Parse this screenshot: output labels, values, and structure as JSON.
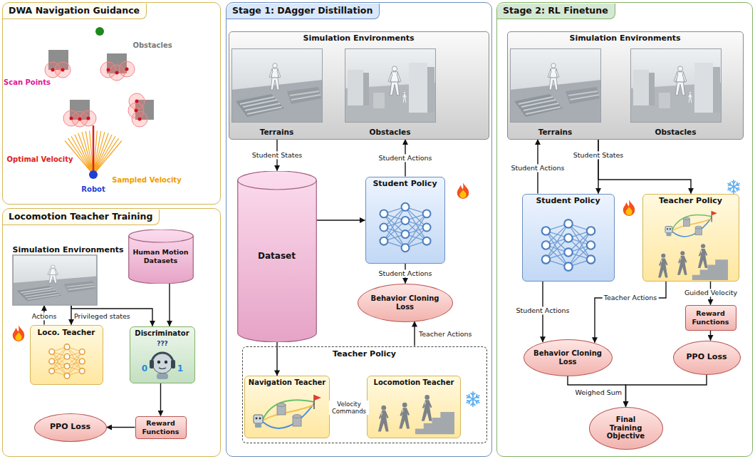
{
  "diagram": {
    "nodes": [
      {
        "text": [
          "DWA Navigation Guidance"
        ]
      },
      {
        "text": [
          "Locomotion Teacher Training"
        ]
      },
      {
        "text": [
          "Simulation Environments"
        ],
        "in": 1
      },
      {
        "text": [
          "Human Motion Datasets"
        ],
        "in": 1
      },
      {
        "text": [
          "Loco. Teacher"
        ],
        "in": 1
      },
      {
        "text": [
          "Discriminator"
        ],
        "in": 1
      },
      {
        "text": [
          "Reward Functions"
        ],
        "in": 1
      },
      {
        "text": [
          "PPO Loss"
        ],
        "in": 1
      },
      {
        "text": [
          "Stage 1: DAgger Distillation"
        ]
      },
      {
        "text": [
          "Simulation Environments"
        ],
        "in": 8
      },
      {
        "text": [
          "Terrains"
        ],
        "in": 9
      },
      {
        "text": [
          "Obstacles"
        ],
        "in": 9
      },
      {
        "text": [
          "Dataset"
        ],
        "in": 8
      },
      {
        "text": [
          "Student Policy"
        ],
        "in": 8
      },
      {
        "text": [
          "Behavior Cloning Loss"
        ],
        "in": 8
      },
      {
        "text": [
          "Teacher Policy"
        ],
        "in": 8
      },
      {
        "text": [
          "Navigation Teacher"
        ],
        "in": 15
      },
      {
        "text": [
          "Locomotion Teacher"
        ],
        "in": 15
      },
      {
        "text": [
          "Stage 2: RL Finetune"
        ]
      },
      {
        "text": [
          "Simulation Environments"
        ],
        "in": 18
      },
      {
        "text": [
          "Terrains"
        ],
        "in": 19
      },
      {
        "text": [
          "Obstacles"
        ],
        "in": 19
      },
      {
        "text": [
          "Student Policy"
        ],
        "in": 18
      },
      {
        "text": [
          "Teacher Policy"
        ],
        "in": 18
      },
      {
        "text": [
          "Reward Functions"
        ],
        "in": 18
      },
      {
        "text": [
          "Behavior Cloning Loss"
        ],
        "in": 18
      },
      {
        "text": [
          "PPO Loss"
        ],
        "in": 18
      },
      {
        "text": [
          "Final Training Objective"
        ],
        "in": 18
      }
    ],
    "edges": [
      {
        "from": 4,
        "to": 2,
        "arrow": "to",
        "label": "Actions"
      },
      {
        "from": 2,
        "to": 4,
        "arrow": "to",
        "label": "Privileged states"
      },
      {
        "from": 2,
        "to": 5,
        "arrow": "to"
      },
      {
        "from": 3,
        "to": 5,
        "arrow": "to"
      },
      {
        "from": 5,
        "to": 6,
        "arrow": "to"
      },
      {
        "from": 6,
        "to": 7,
        "arrow": "to"
      },
      {
        "from": 9,
        "to": 12,
        "arrow": "to",
        "label": "Student States"
      },
      {
        "from": 13,
        "to": 9,
        "arrow": "to",
        "label": "Student Actions"
      },
      {
        "from": 12,
        "to": 13,
        "arrow": "to"
      },
      {
        "from": 13,
        "to": 14,
        "arrow": "to",
        "label": "Student Actions"
      },
      {
        "from": 12,
        "to": 16,
        "arrow": "to"
      },
      {
        "from": 16,
        "to": 17,
        "arrow": "to",
        "label": "Velocity Commands"
      },
      {
        "from": 15,
        "to": 14,
        "arrow": "to",
        "label": "Teacher Actions"
      },
      {
        "from": 22,
        "to": 19,
        "arrow": "to",
        "label": "Student Actions"
      },
      {
        "from": 19,
        "to": 22,
        "arrow": "to",
        "label": "Student States"
      },
      {
        "from": 19,
        "to": 23,
        "arrow": "to"
      },
      {
        "from": 22,
        "to": 25,
        "arrow": "to",
        "label": "Student Actions"
      },
      {
        "from": 23,
        "to": 25,
        "arrow": "to",
        "label": "Teacher Actions"
      },
      {
        "from": 23,
        "to": 24,
        "arrow": "to",
        "label": "Guided Velocity"
      },
      {
        "from": 24,
        "to": 26,
        "arrow": "to"
      },
      {
        "from": 25,
        "to": 27,
        "arrow": "to"
      },
      {
        "from": 26,
        "to": 27,
        "arrow": "to"
      }
    ],
    "labels": [
      "Goal",
      "Obstacles",
      "Scan Points",
      "Optimal Velocity",
      "Sampled Velocity",
      "Robot",
      "???",
      "0",
      "1",
      "Weighed Sum"
    ]
  }
}
